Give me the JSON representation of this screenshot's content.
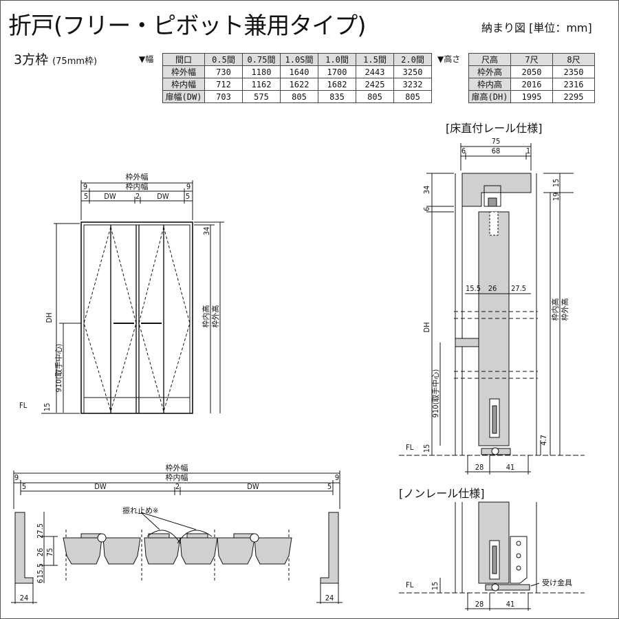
{
  "header": {
    "title": "折戸(フリー・ピボット兼用タイプ)",
    "subtitle": "納まり図 [単位：mm]",
    "frame_type": "3方枠",
    "frame_note": "(75mm枠)"
  },
  "width_table": {
    "marker": "▼幅",
    "columns": [
      "間口",
      "0.5間",
      "0.75間",
      "1.0S間",
      "1.0間",
      "1.5間",
      "2.0間"
    ],
    "rows": [
      {
        "label": "枠外幅",
        "values": [
          "730",
          "1180",
          "1640",
          "1700",
          "2443",
          "3250"
        ]
      },
      {
        "label": "枠内幅",
        "values": [
          "712",
          "1162",
          "1622",
          "1682",
          "2425",
          "3232"
        ]
      },
      {
        "label": "扉幅(DW)",
        "values": [
          "703",
          "575",
          "805",
          "835",
          "805",
          "805"
        ]
      }
    ]
  },
  "height_table": {
    "marker": "▼高さ",
    "columns": [
      "尺高",
      "7尺",
      "8尺"
    ],
    "rows": [
      {
        "label": "枠外高",
        "values": [
          "2050",
          "2350"
        ]
      },
      {
        "label": "枠内高",
        "values": [
          "2016",
          "2316"
        ]
      },
      {
        "label": "扉高(DH)",
        "values": [
          "1995",
          "2295"
        ]
      }
    ]
  },
  "elevation": {
    "outer_width": "枠外幅",
    "inner_width": "枠内幅",
    "dims": [
      "9",
      "9",
      "5",
      "DW",
      "2",
      "DW",
      "5"
    ],
    "top_gap": "34",
    "door_height": "DH",
    "handle_height": "910(取手中心)",
    "bottom_gap": "15",
    "floor": "FL",
    "inner_height": "枠内高",
    "outer_height": "枠外高"
  },
  "plan": {
    "outer_width": "枠外幅",
    "inner_width": "枠内幅",
    "dims": [
      "9",
      "9",
      "5",
      "DW",
      "2",
      "DW",
      "5"
    ],
    "stopper_note": "振れ止め※",
    "depth_dims": [
      "27.5",
      "26",
      "75",
      "15.5",
      "6"
    ],
    "jamb_width_left": "24",
    "jamb_width_right": "24"
  },
  "rail_section": {
    "title": "[床直付レール仕様]",
    "frame_depth": "75",
    "sub_dims": [
      "6",
      "68",
      "1"
    ],
    "top_dims": [
      "34",
      "6"
    ],
    "right_top_dims": [
      "15",
      "19"
    ],
    "panel_dims": [
      "15.5",
      "26",
      "27.5"
    ],
    "door_height": "DH",
    "handle_height": "910(取手中心)",
    "bottom_gap": "15",
    "rail_height": "4.7",
    "floor": "FL",
    "inner_height": "枠内高",
    "outer_height": "枠外高",
    "bottom_dims": [
      "28",
      "41"
    ]
  },
  "nonrail_section": {
    "title": "[ノンレール仕様]",
    "floor": "FL",
    "bottom_gap": "15",
    "bracket_label": "受け金具",
    "bottom_dims": [
      "28",
      "41"
    ]
  }
}
